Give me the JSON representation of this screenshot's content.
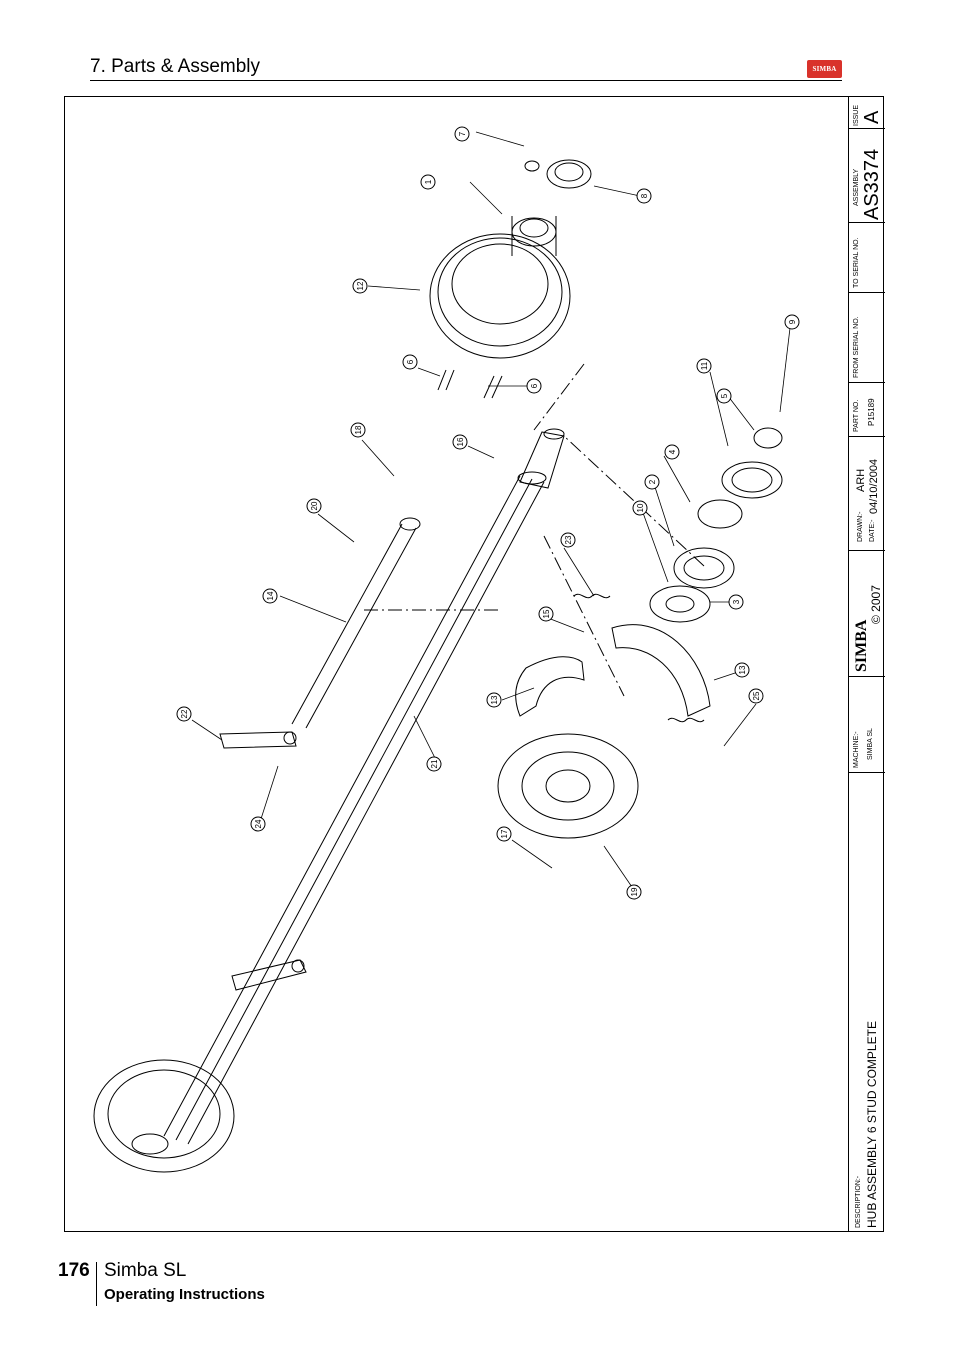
{
  "header": {
    "section_title": "7. Parts & Assembly",
    "logo_text": "SIMBA"
  },
  "title_block": {
    "issue_label": "ISSUE",
    "issue_value": "A",
    "assembly_label": "ASSEMBLY",
    "assembly_value": "AS3374",
    "to_serial_label": "TO SERIAL NO.",
    "from_serial_label": "FROM SERIAL NO.",
    "part_no_label": "PART NO.",
    "part_no_value": "P15189",
    "drawn_label": "DRAWN:-",
    "drawn_value": "ARH",
    "date_label": "DATE:-",
    "date_value": "04/10/2004",
    "copyright": "© 2007",
    "brand": "SIMBA",
    "machine_label": "MACHINE:-",
    "machine_value": "SIMBA SL",
    "description_label": "DESCRIPTION:-",
    "description_value": "HUB ASSEMBLY 6 STUD COMPLETE"
  },
  "callouts": [
    "1",
    "2",
    "3",
    "4",
    "5",
    "6",
    "6",
    "7",
    "8",
    "9",
    "10",
    "11",
    "12",
    "13",
    "13",
    "14",
    "15",
    "16",
    "17",
    "18",
    "19",
    "20",
    "21",
    "22",
    "23",
    "24",
    "25"
  ],
  "footer": {
    "page_number": "176",
    "product": "Simba SL",
    "subtitle": "Operating Instructions"
  },
  "colors": {
    "logo_red": "#d9322b",
    "line": "#000000"
  }
}
